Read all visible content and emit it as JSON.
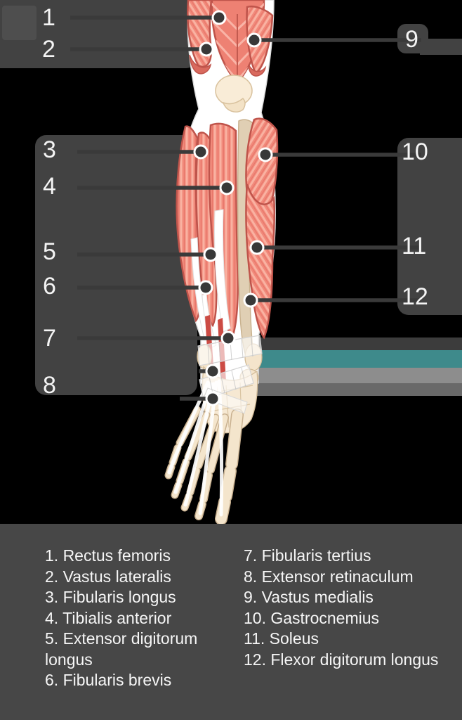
{
  "pointers": [
    {
      "n": "1"
    },
    {
      "n": "2"
    },
    {
      "n": "3"
    },
    {
      "n": "4"
    },
    {
      "n": "5"
    },
    {
      "n": "6"
    },
    {
      "n": "7"
    },
    {
      "n": "8"
    },
    {
      "n": "9"
    },
    {
      "n": "10"
    },
    {
      "n": "11"
    },
    {
      "n": "12"
    }
  ],
  "legend": {
    "left": [
      "1. Rectus femoris",
      "2. Vastus lateralis",
      "3. Fibularis longus",
      "4. Tibialis anterior",
      "5. Extensor digitorum longus",
      "6. Fibularis brevis"
    ],
    "right": [
      "7. Fibularis tertius",
      "8. Extensor retinaculum",
      "9. Vastus medialis",
      "10. Gastrocnemius",
      "11. Soleus",
      "12. Flexor digitorum longus"
    ]
  },
  "colors": {
    "background": "#000000",
    "label_panel": "#424242",
    "legend_panel": "#474747",
    "teal_band": "#3e8a8b",
    "gray_band_light": "#8d8d8d",
    "gray_band_mid": "#696969",
    "pointer_line": "#3a3a3a",
    "pointer_dot": "#383838",
    "muscle": "#f1887a",
    "muscle_outline": "#bf544b",
    "bone": "#f3e3c9",
    "number_text": "#f4f4f4",
    "legend_text": "#f6f6f6"
  }
}
